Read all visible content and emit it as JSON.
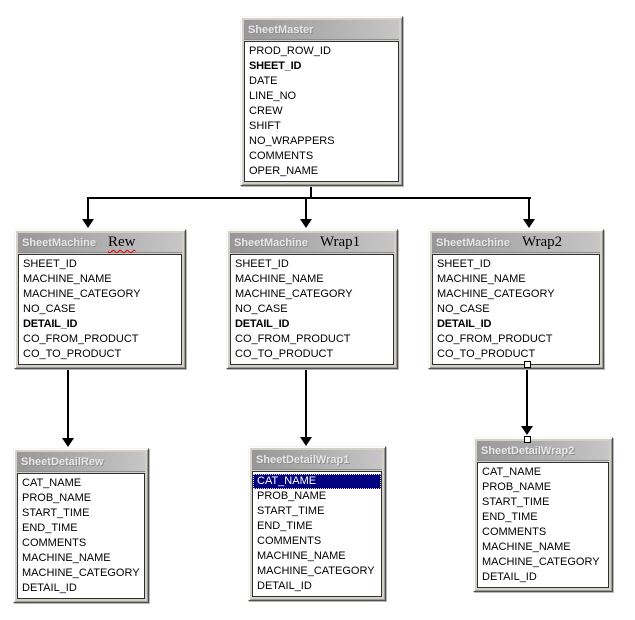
{
  "diagram": {
    "kind": "database-schema-relationships",
    "colors": {
      "selection_bg": "#000080",
      "selection_text": "#ffffff",
      "titlebar_text": "#e6e6e6",
      "connector": "#000000",
      "spellcheck_squiggle": "#e00000"
    }
  },
  "tables": {
    "sheet_master": {
      "title": "SheetMaster",
      "fields": [
        {
          "label": "PROD_ROW_ID"
        },
        {
          "label": "SHEET_ID",
          "bold": true
        },
        {
          "label": "DATE"
        },
        {
          "label": "LINE_NO"
        },
        {
          "label": "CREW"
        },
        {
          "label": "SHIFT"
        },
        {
          "label": "NO_WRAPPERS"
        },
        {
          "label": "COMMENTS"
        },
        {
          "label": "OPER_NAME"
        }
      ]
    },
    "sheet_machine_rew": {
      "title": "SheetMachine",
      "annotation": "Rew",
      "squiggle": true,
      "fields": [
        {
          "label": "SHEET_ID"
        },
        {
          "label": "MACHINE_NAME"
        },
        {
          "label": "MACHINE_CATEGORY"
        },
        {
          "label": "NO_CASE"
        },
        {
          "label": "DETAIL_ID",
          "bold": true
        },
        {
          "label": "CO_FROM_PRODUCT"
        },
        {
          "label": "CO_TO_PRODUCT"
        }
      ]
    },
    "sheet_machine_wrap1": {
      "title": "SheetMachine",
      "annotation": "Wrap1",
      "fields": [
        {
          "label": "SHEET_ID"
        },
        {
          "label": "MACHINE_NAME"
        },
        {
          "label": "MACHINE_CATEGORY"
        },
        {
          "label": "NO_CASE"
        },
        {
          "label": "DETAIL_ID",
          "bold": true
        },
        {
          "label": "CO_FROM_PRODUCT"
        },
        {
          "label": "CO_TO_PRODUCT"
        }
      ]
    },
    "sheet_machine_wrap2": {
      "title": "SheetMachine",
      "annotation": "Wrap2",
      "fields": [
        {
          "label": "SHEET_ID"
        },
        {
          "label": "MACHINE_NAME"
        },
        {
          "label": "MACHINE_CATEGORY"
        },
        {
          "label": "NO_CASE"
        },
        {
          "label": "DETAIL_ID",
          "bold": true
        },
        {
          "label": "CO_FROM_PRODUCT"
        },
        {
          "label": "CO_TO_PRODUCT"
        }
      ]
    },
    "sheet_detail_rew": {
      "title": "SheetDetailRew",
      "fields": [
        {
          "label": "CAT_NAME"
        },
        {
          "label": "PROB_NAME"
        },
        {
          "label": "START_TIME"
        },
        {
          "label": "END_TIME"
        },
        {
          "label": "COMMENTS"
        },
        {
          "label": "MACHINE_NAME"
        },
        {
          "label": "MACHINE_CATEGORY"
        },
        {
          "label": "DETAIL_ID"
        }
      ]
    },
    "sheet_detail_wrap1": {
      "title": "SheetDetailWrap1",
      "fields": [
        {
          "label": "CAT_NAME",
          "selected": true
        },
        {
          "label": "PROB_NAME"
        },
        {
          "label": "START_TIME"
        },
        {
          "label": "END_TIME"
        },
        {
          "label": "COMMENTS"
        },
        {
          "label": "MACHINE_NAME"
        },
        {
          "label": "MACHINE_CATEGORY"
        },
        {
          "label": "DETAIL_ID"
        }
      ]
    },
    "sheet_detail_wrap2": {
      "title": "SheetDetailWrap2",
      "fields": [
        {
          "label": "CAT_NAME"
        },
        {
          "label": "PROB_NAME"
        },
        {
          "label": "START_TIME"
        },
        {
          "label": "END_TIME"
        },
        {
          "label": "COMMENTS"
        },
        {
          "label": "MACHINE_NAME"
        },
        {
          "label": "MACHINE_CATEGORY"
        },
        {
          "label": "DETAIL_ID"
        }
      ]
    }
  },
  "relationships": [
    {
      "from": "SheetMaster",
      "to": "SheetMachine Rew"
    },
    {
      "from": "SheetMaster",
      "to": "SheetMachine Wrap1"
    },
    {
      "from": "SheetMaster",
      "to": "SheetMachine Wrap2"
    },
    {
      "from": "SheetMachine Rew",
      "to": "SheetDetailRew"
    },
    {
      "from": "SheetMachine Wrap1",
      "to": "SheetDetailWrap1"
    },
    {
      "from": "SheetMachine Wrap2",
      "to": "SheetDetailWrap2",
      "selected": true
    }
  ]
}
